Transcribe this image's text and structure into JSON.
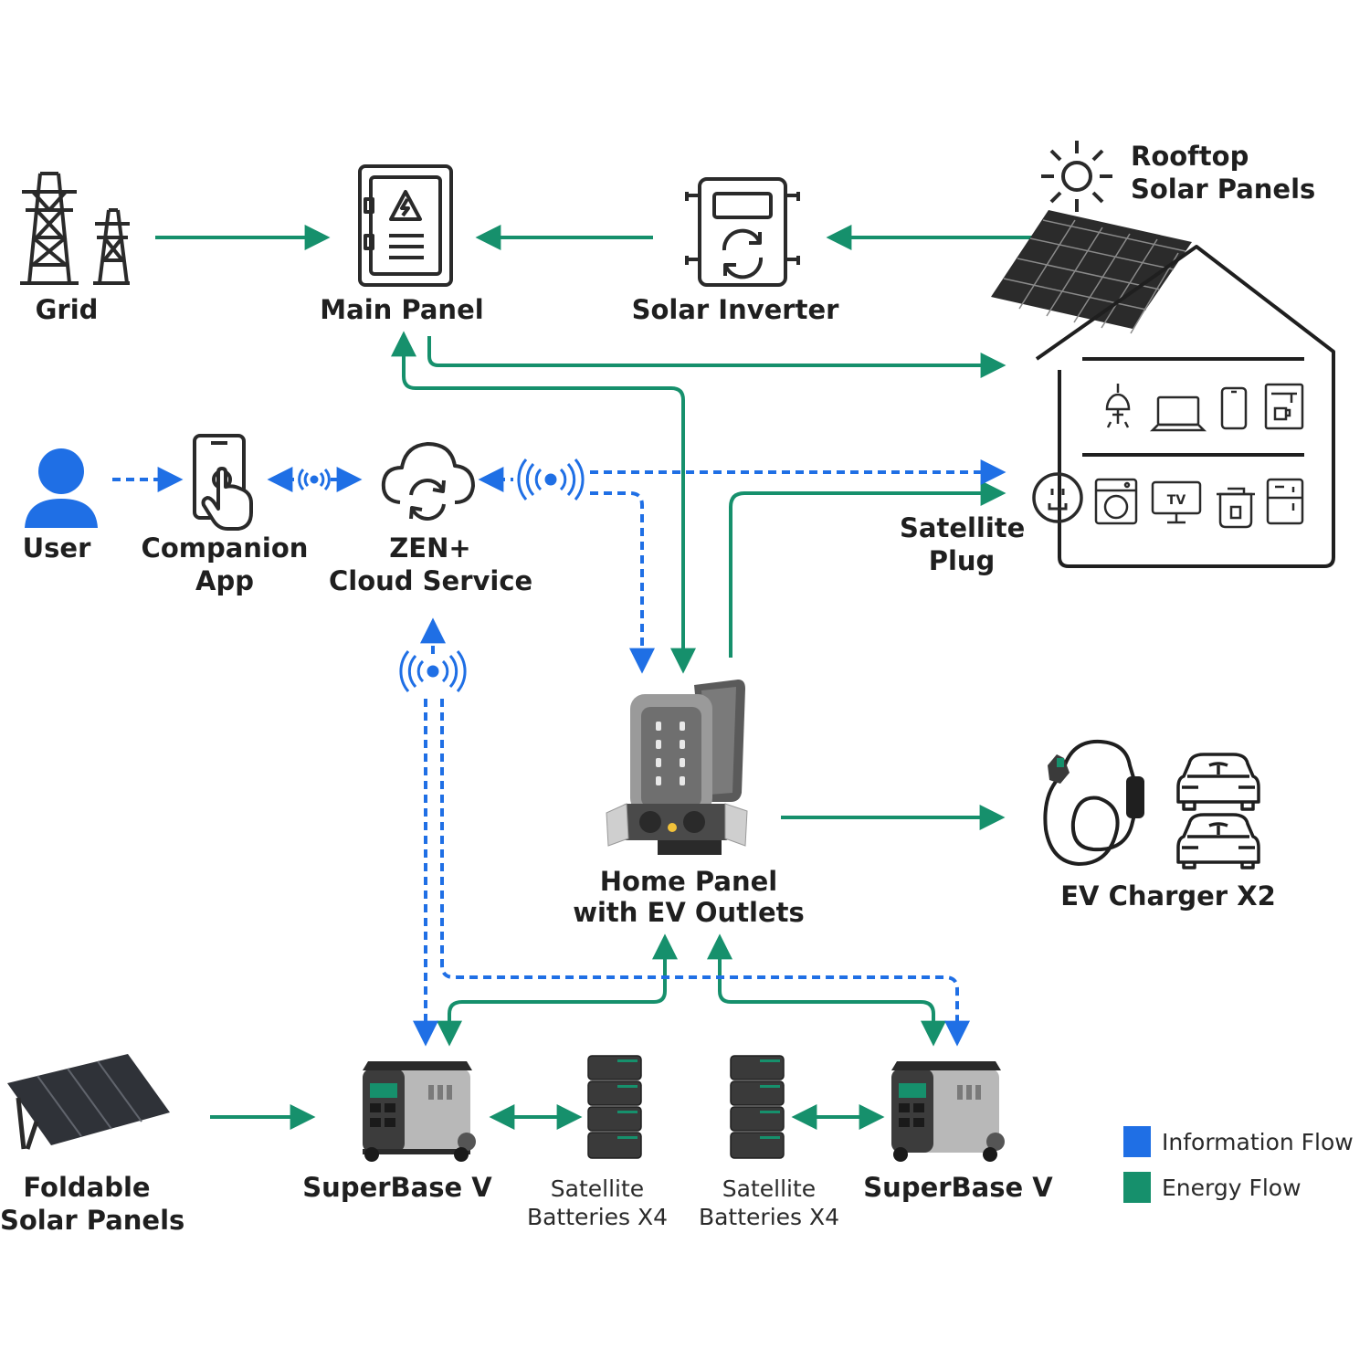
{
  "colors": {
    "information": "#1f6fe5",
    "energy": "#16906c",
    "icon_stroke": "#2a2a2a"
  },
  "nodes": {
    "grid": "Grid",
    "main_panel": "Main Panel",
    "solar_inverter": "Solar Inverter",
    "rooftop_solar": "Rooftop\nSolar Panels",
    "user": "User",
    "companion_app": "Companion\nApp",
    "cloud_service": "ZEN+\nCloud Service",
    "satellite_plug": "Satellite\nPlug",
    "home_panel": "Home Panel\nwith EV Outlets",
    "ev_charger": "EV Charger X2",
    "foldable_solar": "Foldable\nSolar Panels",
    "superbase_left": "SuperBase V",
    "satellite_batteries_left": "Satellite\nBatteries X4",
    "satellite_batteries_right": "Satellite\nBatteries X4",
    "superbase_right": "SuperBase V",
    "tv_badge": "TV"
  },
  "legend": {
    "information": "Information Flow",
    "energy": "Energy Flow"
  }
}
